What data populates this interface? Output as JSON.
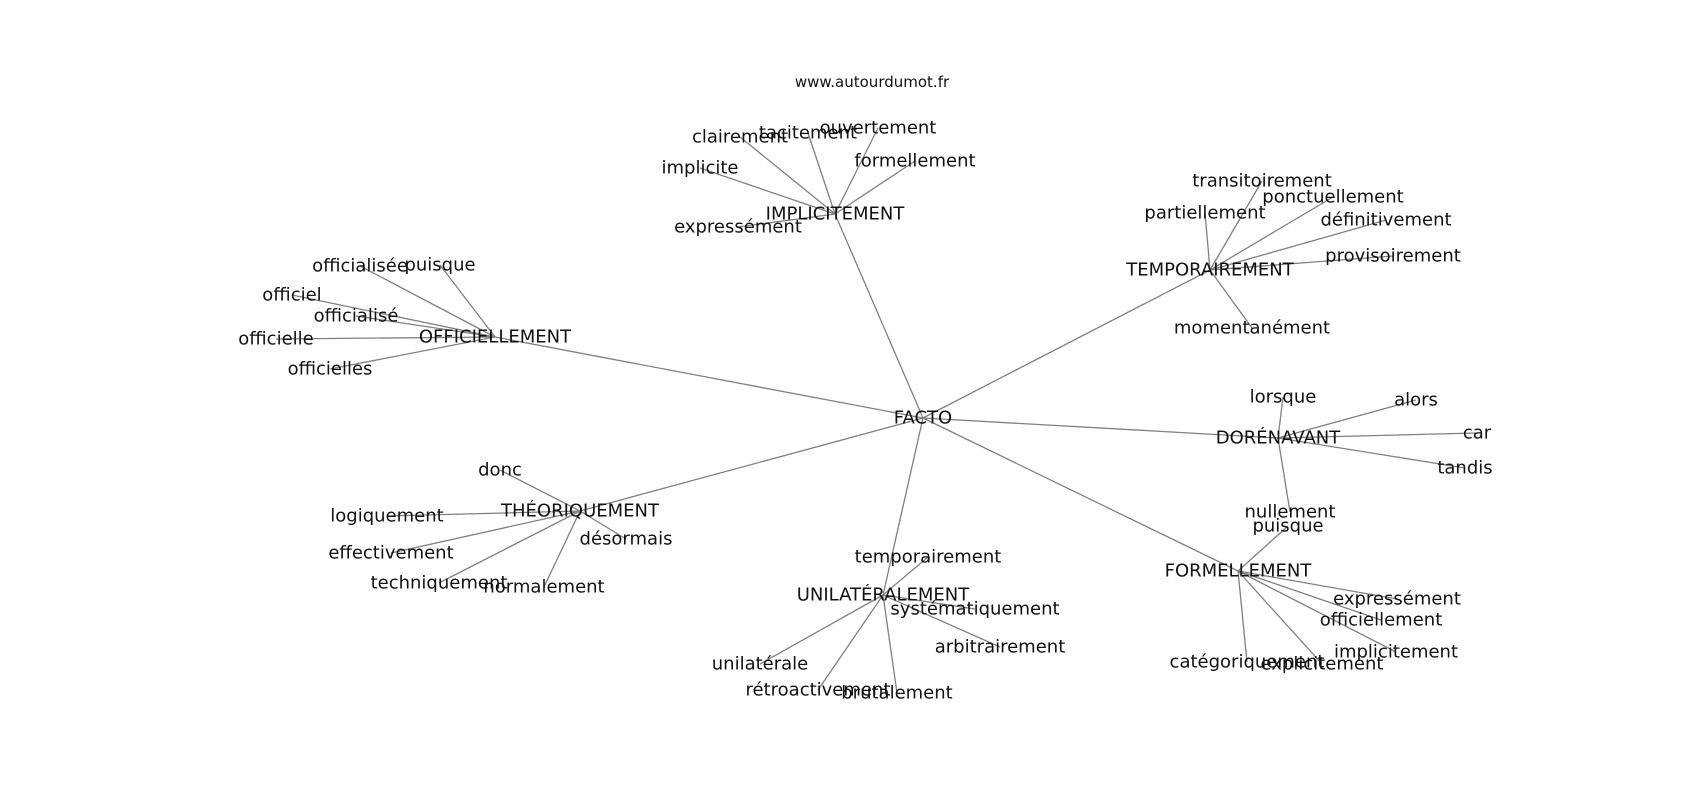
{
  "site": "www.autourdumot.fr",
  "graph": {
    "root": "FACTO",
    "branches": [
      {
        "hub": "IMPLICITEMENT",
        "leaves": [
          "clairement",
          "tacitement",
          "ouvertement",
          "formellement",
          "implicite",
          "expressément"
        ]
      },
      {
        "hub": "TEMPORAIREMENT",
        "leaves": [
          "transitoirement",
          "ponctuellement",
          "partiellement",
          "définitivement",
          "provisoirement",
          "momentanément"
        ]
      },
      {
        "hub": "OFFICIELLEMENT",
        "leaves": [
          "officialisée",
          "puisque",
          "officiel",
          "officialisé",
          "officielle",
          "officielles"
        ]
      },
      {
        "hub": "DORÉNAVANT",
        "leaves": [
          "lorsque",
          "alors",
          "car",
          "tandis",
          "nullement"
        ]
      },
      {
        "hub": "THÉORIQUEMENT",
        "leaves": [
          "donc",
          "logiquement",
          "effectivement",
          "désormais",
          "techniquement",
          "normalement"
        ]
      },
      {
        "hub": "FORMELLEMENT",
        "leaves": [
          "puisque",
          "expressément",
          "officiellement",
          "implicitement",
          "catégoriquement",
          "explicitement"
        ]
      },
      {
        "hub": "UNILATÉRALEMENT",
        "leaves": [
          "temporairement",
          "systématiquement",
          "arbitrairement",
          "unilatérale",
          "rétroactivement",
          "brutalement"
        ]
      }
    ]
  }
}
